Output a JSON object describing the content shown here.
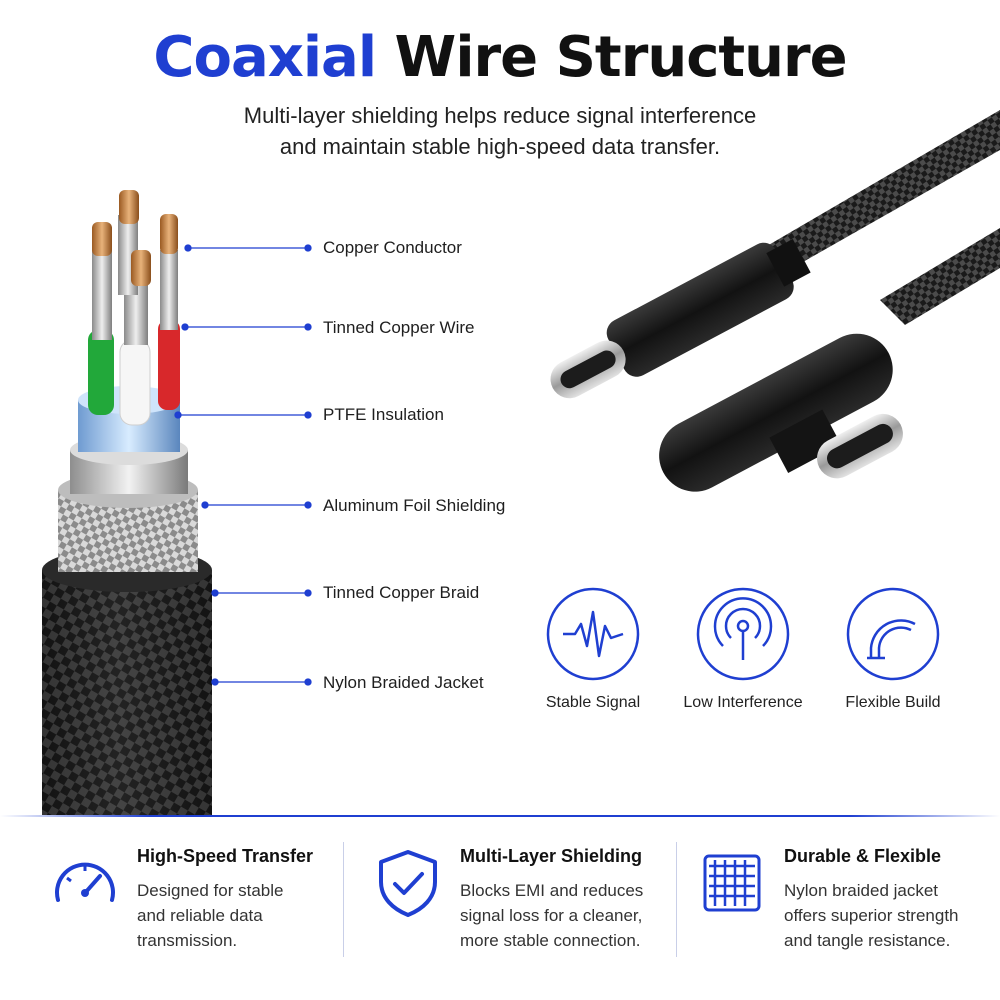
{
  "header": {
    "title_accent": "Coaxial",
    "title_rest": " Wire Structure",
    "subtitle_line1": "Multi-layer shielding helps reduce signal interference",
    "subtitle_line2": "and maintain stable high-speed data transfer."
  },
  "layers": [
    {
      "label": "Copper Conductor"
    },
    {
      "label": "Tinned Copper Wire"
    },
    {
      "label": "PTFE Insulation"
    },
    {
      "label": "Aluminum Foil Shielding"
    },
    {
      "label": "Tinned Copper Braid"
    },
    {
      "label": "Nylon Braided Jacket"
    }
  ],
  "features": [
    {
      "label": "Stable Signal",
      "icon": "signal-wave-icon"
    },
    {
      "label": "Low Interference",
      "icon": "antenna-icon"
    },
    {
      "label": "Flexible Build",
      "icon": "bend-icon"
    }
  ],
  "benefits": [
    {
      "title": "High-Speed Transfer",
      "line1": "Designed for stable",
      "line2": "and reliable data",
      "line3": "transmission.",
      "icon": "speedometer-icon"
    },
    {
      "title": "Multi-Layer Shielding",
      "line1": "Blocks EMI and reduces",
      "line2": "signal loss for a cleaner,",
      "line3": "more stable connection.",
      "icon": "shield-check-icon"
    },
    {
      "title": "Durable & Flexible",
      "line1": "Nylon braided jacket",
      "line2": "offers superior strength",
      "line3": "and tangle resistance.",
      "icon": "weave-icon"
    }
  ],
  "colors": {
    "accent": "#1f3fd1",
    "text": "#111111",
    "jacket": "#1c1c1c"
  }
}
